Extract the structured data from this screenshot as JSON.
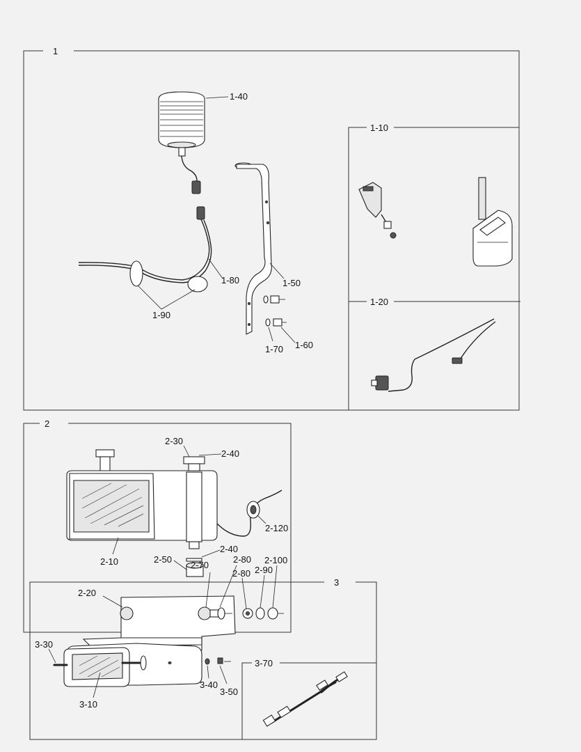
{
  "sections": {
    "s1": "1",
    "s1_10": "1-10",
    "s1_20": "1-20",
    "s2": "2",
    "s3": "3",
    "s3_70": "3-70"
  },
  "callouts": {
    "c1_40": "1-40",
    "c1_80": "1-80",
    "c1_50": "1-50",
    "c1_90": "1-90",
    "c1_70": "1-70",
    "c1_60": "1-60",
    "c2_30": "2-30",
    "c2_40a": "2-40",
    "c2_120": "2-120",
    "c2_10": "2-10",
    "c2_40b": "2-40",
    "c2_50": "2-50",
    "c2_70": "2-70",
    "c2_80a": "2-80",
    "c2_80b": "2-80",
    "c2_90": "2-90",
    "c2_100": "2-100",
    "c2_20": "2-20",
    "c3_30": "3-30",
    "c3_10": "3-10",
    "c3_40": "3-40",
    "c3_50": "3-50"
  }
}
